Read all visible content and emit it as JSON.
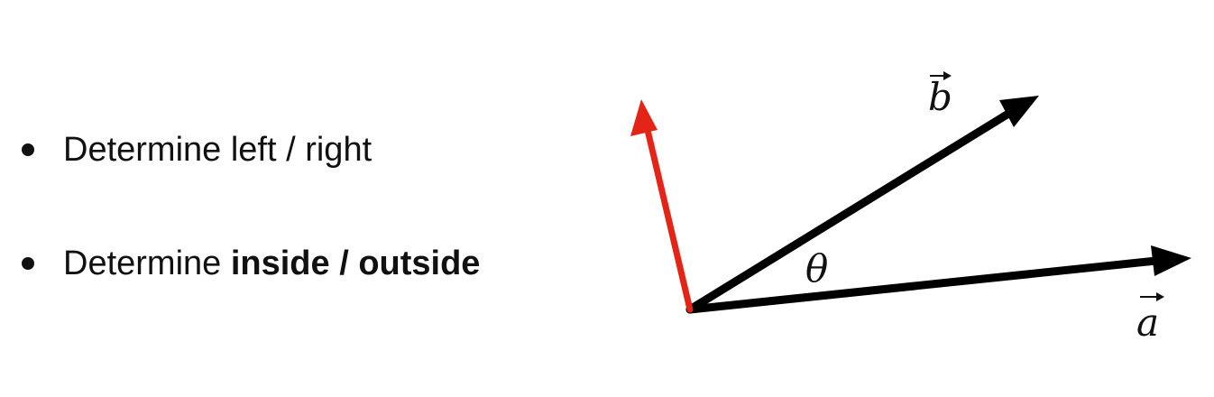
{
  "bullets": [
    {
      "text": "Determine left / right",
      "bold_text": ""
    },
    {
      "text": "Determine ",
      "bold_text": "inside / outside"
    }
  ],
  "diagram": {
    "vector_a_label": "a",
    "vector_b_label": "b",
    "angle_label": "θ",
    "normal_color": "#e32416",
    "vector_color": "#000000"
  }
}
